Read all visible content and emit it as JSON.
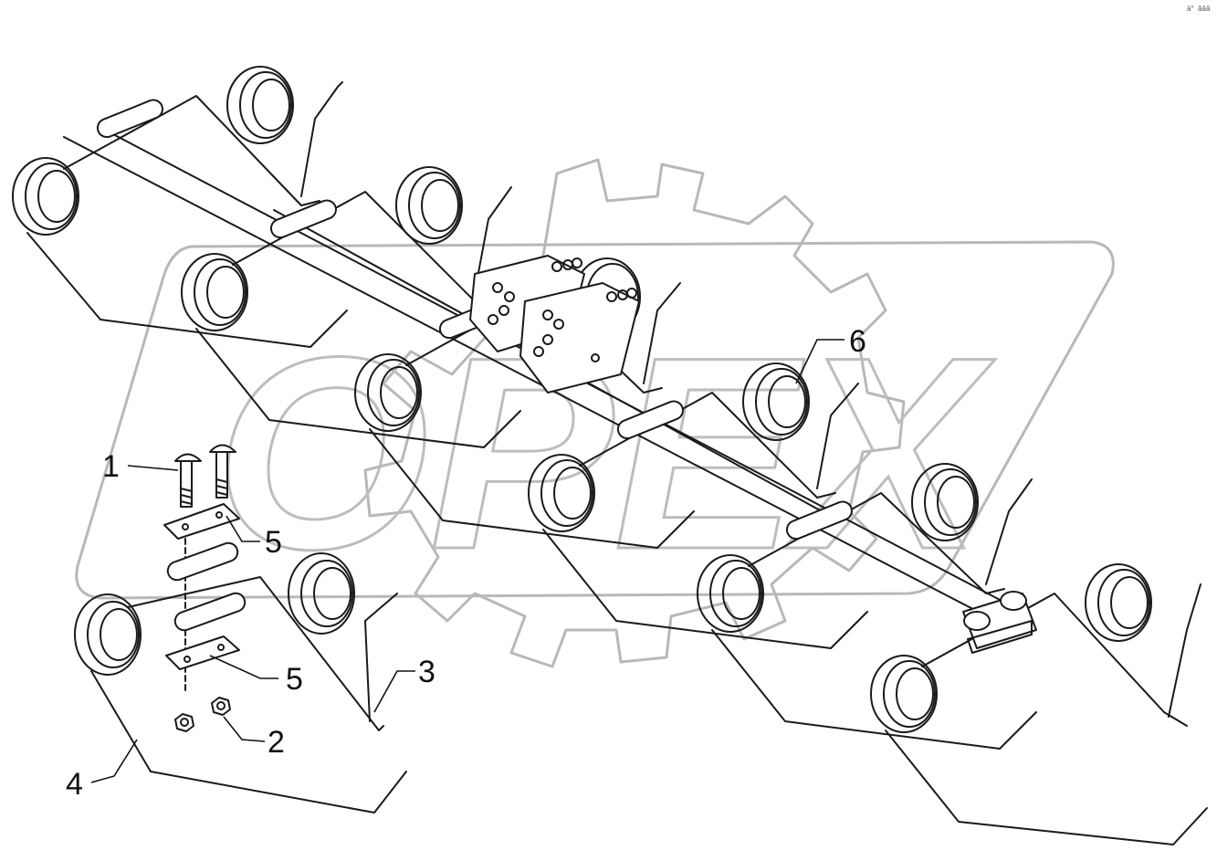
{
  "watermark": {
    "brand": "OPEX"
  },
  "corner_mark": "ä°  âââ",
  "callouts": [
    "1",
    "2",
    "3",
    "4",
    "5",
    "5",
    "6"
  ],
  "colors": {
    "line": "#1a1a1a",
    "watermark": "#b8b8b8",
    "background": "#ffffff"
  }
}
